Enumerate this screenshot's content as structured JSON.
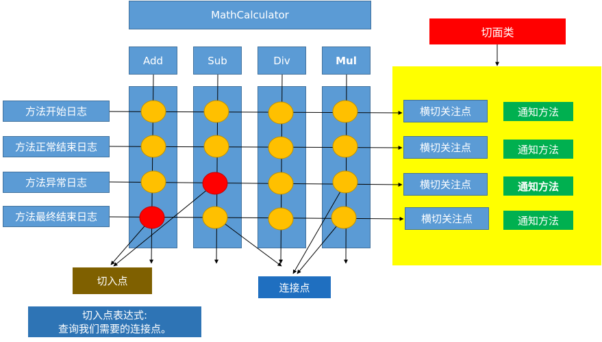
{
  "title": "MathCalculator",
  "methods": [
    "Add",
    "Sub",
    "Div",
    "Mul"
  ],
  "log_labels": [
    "方法开始日志",
    "方法正常结束日志",
    "方法异常日志",
    "方法最终结束日志"
  ],
  "aspect_label": "切面类",
  "joinpoint_labels": [
    "横切关注点",
    "横切关注点",
    "横切关注点",
    "横切关注点"
  ],
  "advice_labels": [
    "通知方法",
    "通知方法",
    "通知方法",
    "通知方法"
  ],
  "pointcut_label": "切入点",
  "joinpoint_label": "连接点",
  "expression_lines": [
    "切入点表达式:",
    "查询我们需要的连接点。"
  ],
  "colors": {
    "blue": "#5B9BD5",
    "orange": "#FFC000",
    "red": "#FF0000",
    "yellow": "#FFFF00",
    "green": "#00B050",
    "brown": "#7F6000"
  }
}
